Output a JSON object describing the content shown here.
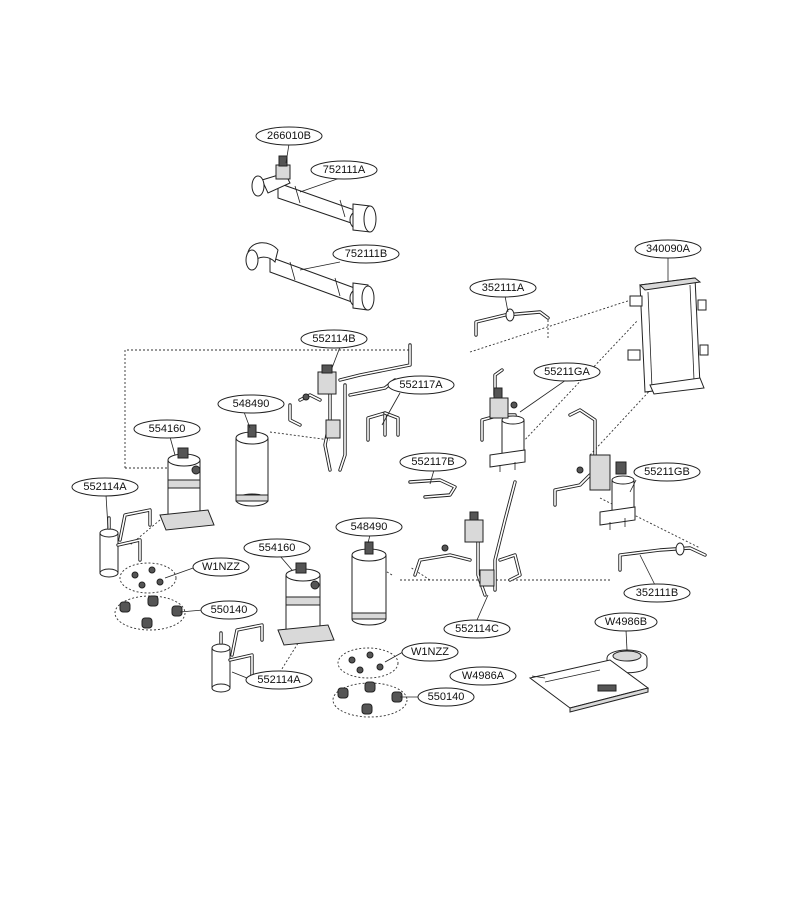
{
  "labels": [
    {
      "id": "lbl-266010b",
      "text": "266010B"
    },
    {
      "id": "lbl-752111a",
      "text": "752111A"
    },
    {
      "id": "lbl-752111b",
      "text": "752111B"
    },
    {
      "id": "lbl-340090a",
      "text": "340090A"
    },
    {
      "id": "lbl-352111a",
      "text": "352111A"
    },
    {
      "id": "lbl-552114b",
      "text": "552114B"
    },
    {
      "id": "lbl-55211ga",
      "text": "55211GA"
    },
    {
      "id": "lbl-552117a",
      "text": "552117A"
    },
    {
      "id": "lbl-548490-top",
      "text": "548490"
    },
    {
      "id": "lbl-554160-top",
      "text": "554160"
    },
    {
      "id": "lbl-552117b",
      "text": "552117B"
    },
    {
      "id": "lbl-55211gb",
      "text": "55211GB"
    },
    {
      "id": "lbl-552114a-top",
      "text": "552114A"
    },
    {
      "id": "lbl-548490-bottom",
      "text": "548490"
    },
    {
      "id": "lbl-554160-bottom",
      "text": "554160"
    },
    {
      "id": "lbl-w1nzz-top",
      "text": "W1NZZ"
    },
    {
      "id": "lbl-352111b",
      "text": "352111B"
    },
    {
      "id": "lbl-550140-top",
      "text": "550140"
    },
    {
      "id": "lbl-552114c",
      "text": "552114C"
    },
    {
      "id": "lbl-w4986b",
      "text": "W4986B"
    },
    {
      "id": "lbl-w1nzz-bottom",
      "text": "W1NZZ"
    },
    {
      "id": "lbl-w4986a",
      "text": "W4986A"
    },
    {
      "id": "lbl-552114a-bottom",
      "text": "552114A"
    },
    {
      "id": "lbl-550140-bottom",
      "text": "550140"
    }
  ]
}
